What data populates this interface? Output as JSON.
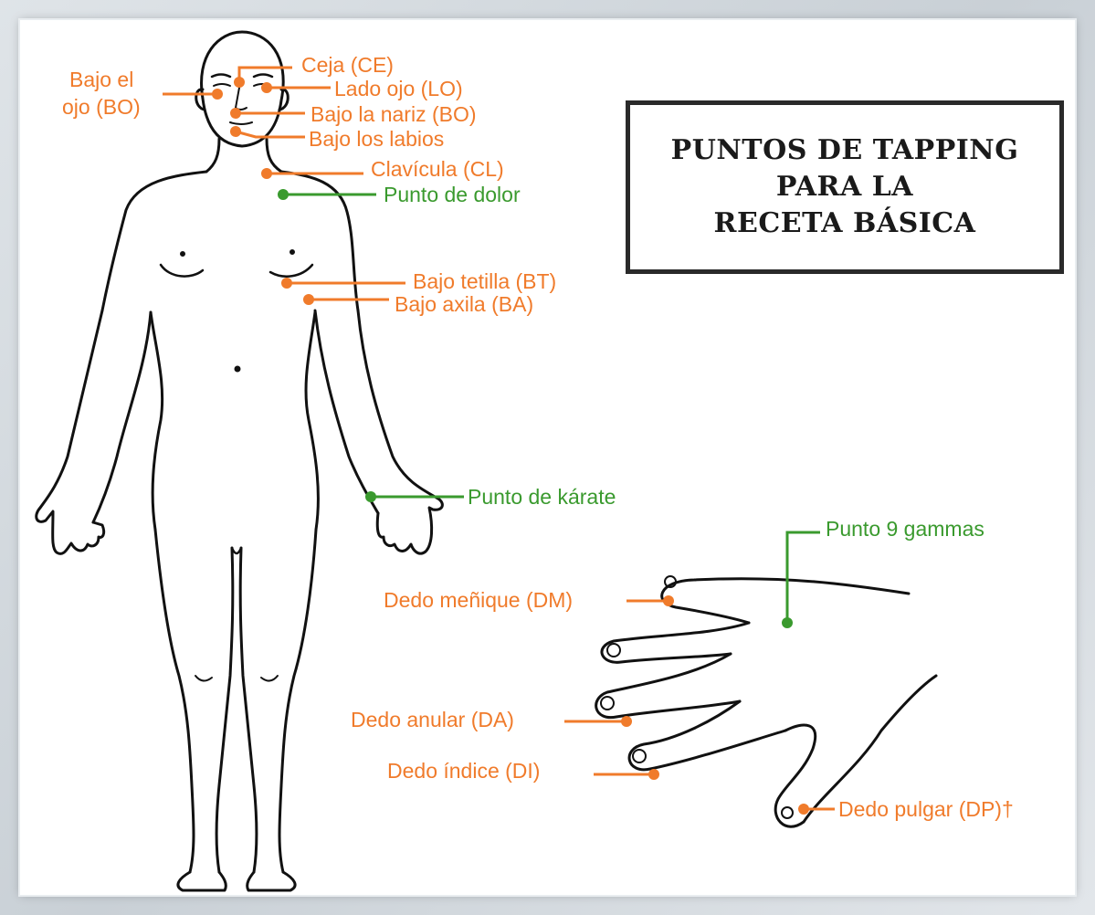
{
  "title": {
    "line1": "PUNTOS DE TAPPING",
    "line2": "PARA LA",
    "line3": "RECETA BÁSICA"
  },
  "colors": {
    "orange": "#f07b2b",
    "green": "#3a9a2e",
    "outline": "#111111"
  },
  "labels": {
    "ceja": "Ceja (CE)",
    "bajo_ojo_1": "Bajo el",
    "bajo_ojo_2": "ojo (BO)",
    "lado_ojo": "Lado ojo (LO)",
    "bajo_nariz": "Bajo la nariz (BO)",
    "bajo_labios": "Bajo los labios",
    "clavicula": "Clavícula (CL)",
    "punto_dolor": "Punto de dolor",
    "bajo_tetilla": "Bajo tetilla (BT)",
    "bajo_axila": "Bajo axila (BA)",
    "punto_karate": "Punto de kárate",
    "punto_9_gammas": "Punto 9 gammas",
    "dedo_menique": "Dedo meñique (DM)",
    "dedo_anular": "Dedo anular (DA)",
    "dedo_indice": "Dedo índice (DI)",
    "dedo_pulgar": "Dedo pulgar (DP)†"
  }
}
